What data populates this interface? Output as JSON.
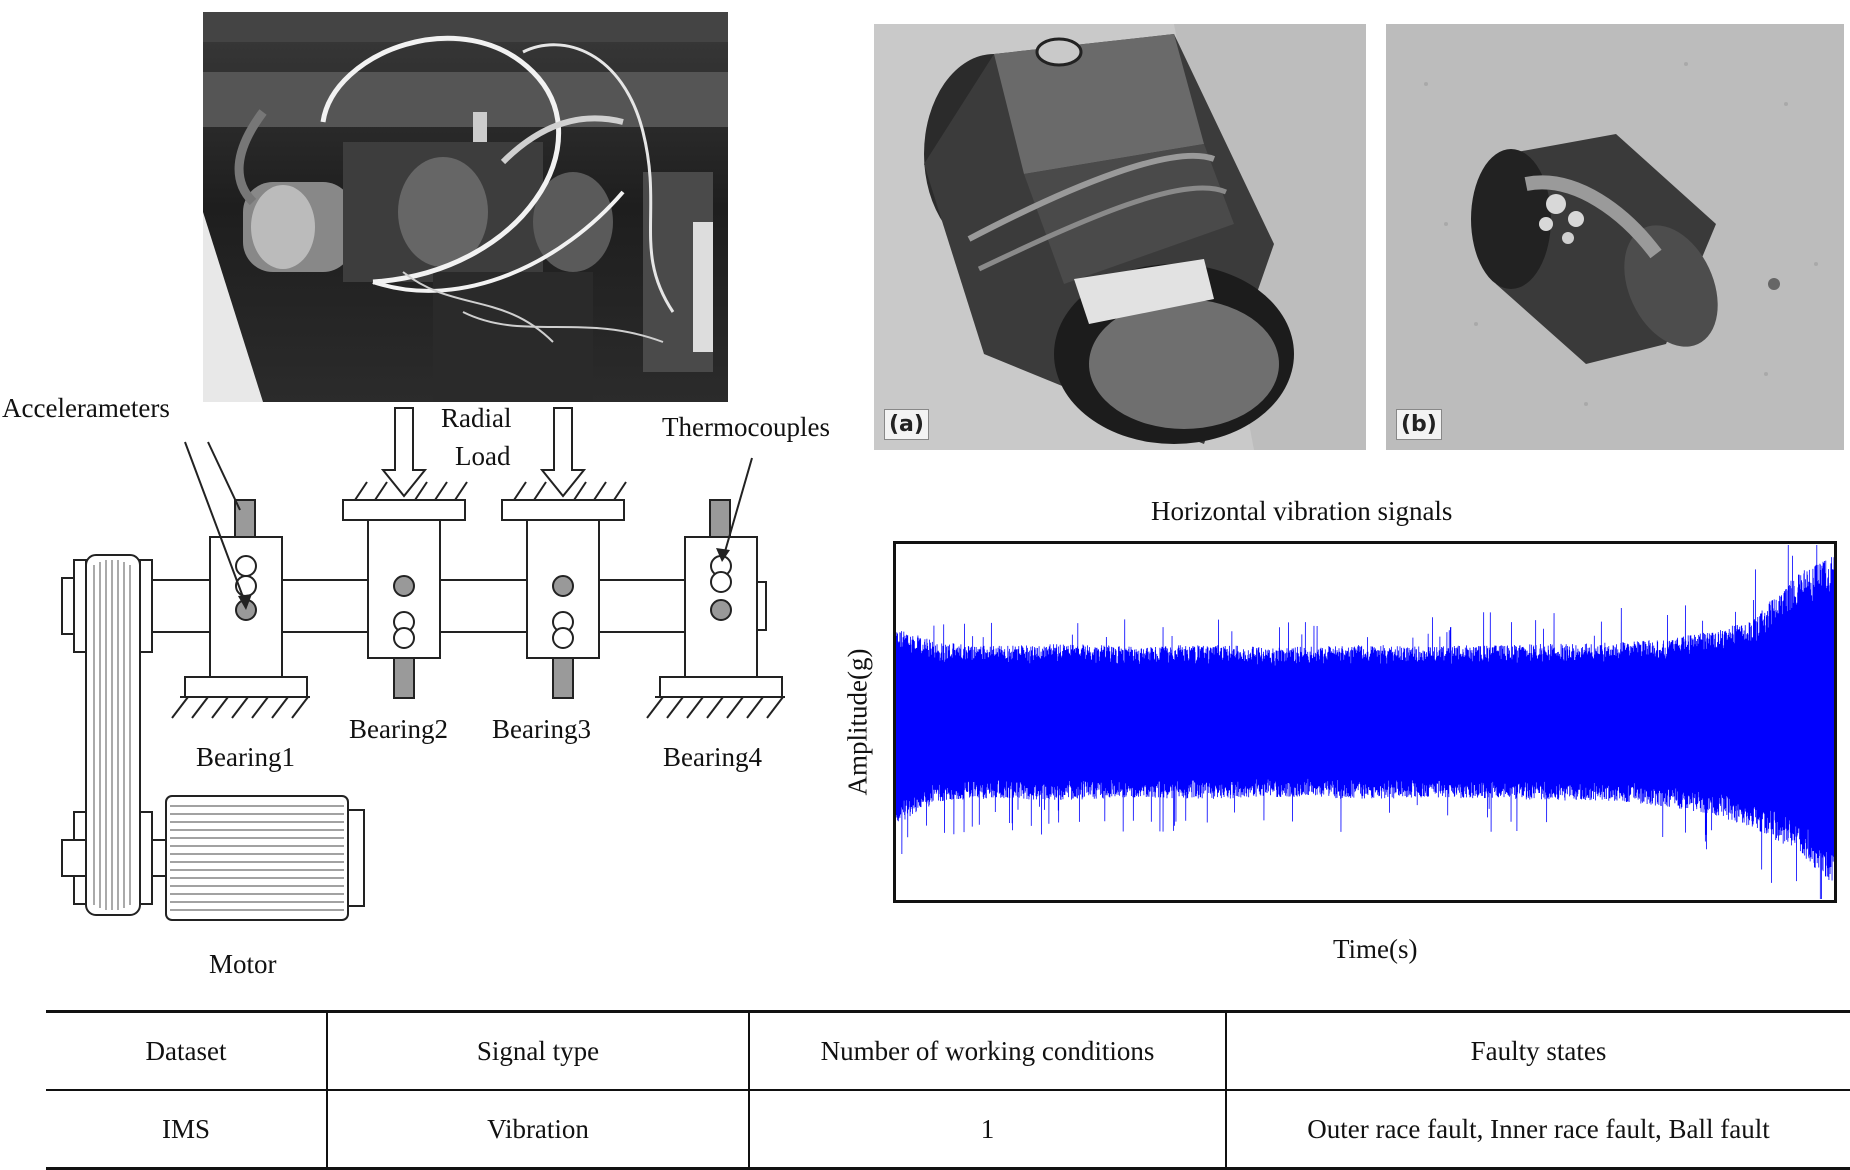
{
  "schematic": {
    "accelerometers_label": "Accelerameters",
    "radial_load_label_line1": "Radial",
    "radial_load_label_line2": "Load",
    "thermocouples_label": "Thermocouples",
    "bearing1_label": "Bearing1",
    "bearing2_label": "Bearing2",
    "bearing3_label": "Bearing3",
    "bearing4_label": "Bearing4",
    "motor_label": "Motor"
  },
  "photos": {
    "panel_a_tag": "(a)",
    "panel_b_tag": "(b)"
  },
  "signal_chart": {
    "title": "Horizontal vibration signals",
    "xlabel": "Time(s)",
    "ylabel": "Amplitude(g)",
    "color": "#0000ff"
  },
  "chart_data": {
    "type": "line",
    "title": "Horizontal vibration signals",
    "xlabel": "Time(s)",
    "ylabel": "Amplitude(g)",
    "description_axes": "no tick labels shown",
    "series": [
      {
        "values_envelope_upper": [
          0.55,
          0.47,
          0.45,
          0.45,
          0.46,
          0.45,
          0.44,
          0.45,
          0.45,
          0.44,
          0.44,
          0.45,
          0.45,
          0.44,
          0.45,
          0.45,
          0.46,
          0.46,
          0.47,
          0.49,
          0.53,
          0.6,
          0.85,
          1.0
        ],
        "values_envelope_lower": [
          -0.6,
          -0.47,
          -0.45,
          -0.45,
          -0.46,
          -0.45,
          -0.44,
          -0.45,
          -0.45,
          -0.44,
          -0.44,
          -0.45,
          -0.45,
          -0.44,
          -0.45,
          -0.45,
          -0.46,
          -0.46,
          -0.47,
          -0.5,
          -0.54,
          -0.62,
          -0.75,
          -0.95
        ]
      }
    ]
  },
  "table": {
    "headers": [
      "Dataset",
      "Signal type",
      "Number of working conditions",
      "Faulty states"
    ],
    "rows": [
      [
        "IMS",
        "Vibration",
        "1",
        "Outer race fault, Inner race fault, Ball fault"
      ]
    ]
  }
}
